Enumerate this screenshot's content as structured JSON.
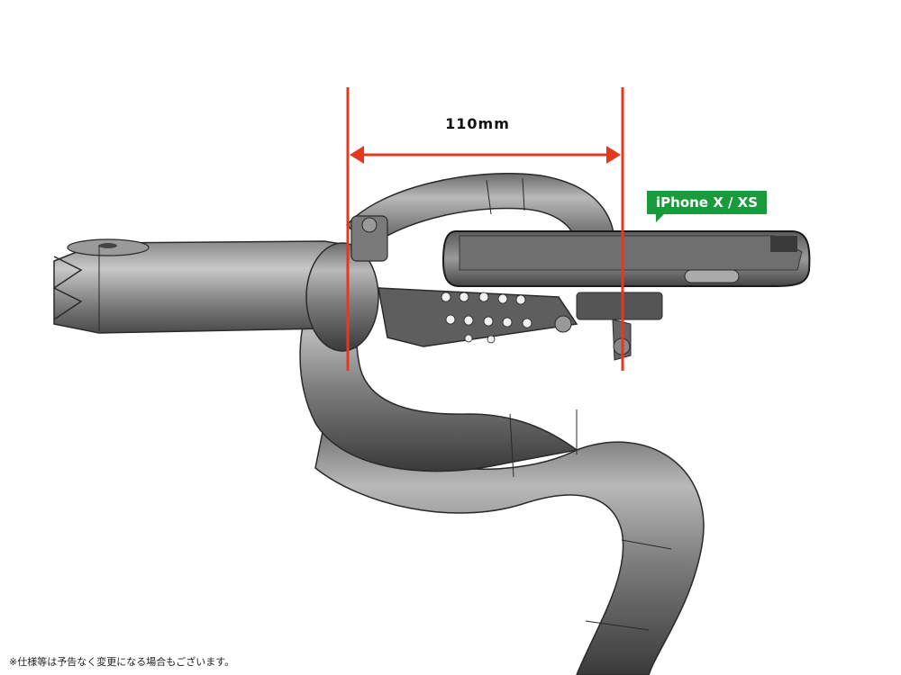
{
  "dimension": {
    "label": "110mm"
  },
  "model_tag": {
    "label": "iPhone X / XS"
  },
  "disclaimer": "※仕様等は予告なく変更になる場合もございます。",
  "colors": {
    "dimension_line": "#e5391e",
    "tag_bg": "#1a9a3c"
  }
}
